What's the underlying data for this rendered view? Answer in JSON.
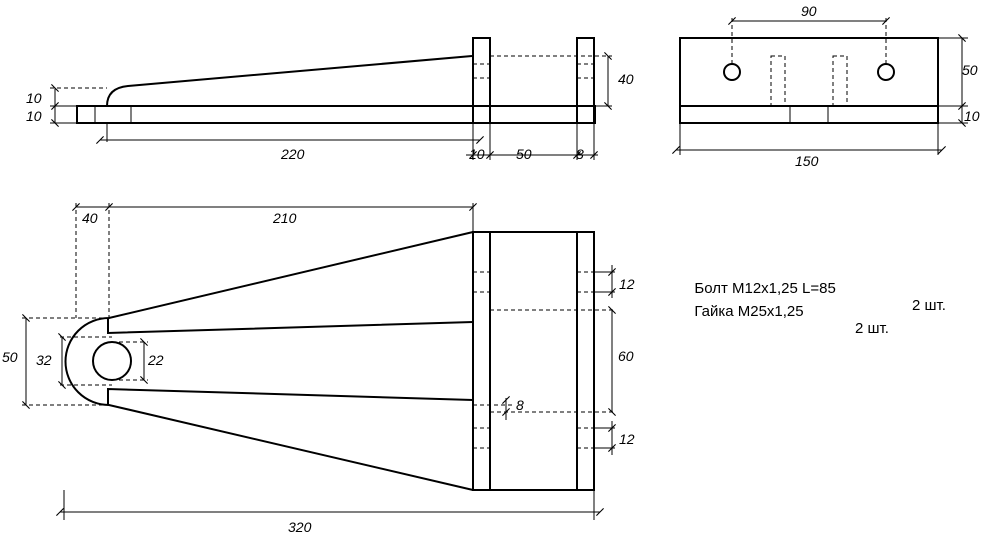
{
  "dimensions": {
    "side": {
      "h_top": "10",
      "h_bottom": "10",
      "length": "220",
      "plate1_thickness": "10",
      "gap": "50",
      "plate2_thickness": "8",
      "plate_height": "40"
    },
    "end": {
      "hole_spacing": "90",
      "height": "50",
      "base": "10",
      "width": "150"
    },
    "plan": {
      "offset": "40",
      "length": "210",
      "outer_width": "50",
      "bore": "32",
      "pin": "22",
      "slot_spacing": "60",
      "rib": "8",
      "hole_top": "12",
      "hole_bottom": "12",
      "overall": "320"
    }
  },
  "notes": [
    {
      "name": "Болт М12х1,25 L=85",
      "qty": "2 шт."
    },
    {
      "name": "Гайка М25х1,25",
      "qty": "2 шт."
    }
  ]
}
